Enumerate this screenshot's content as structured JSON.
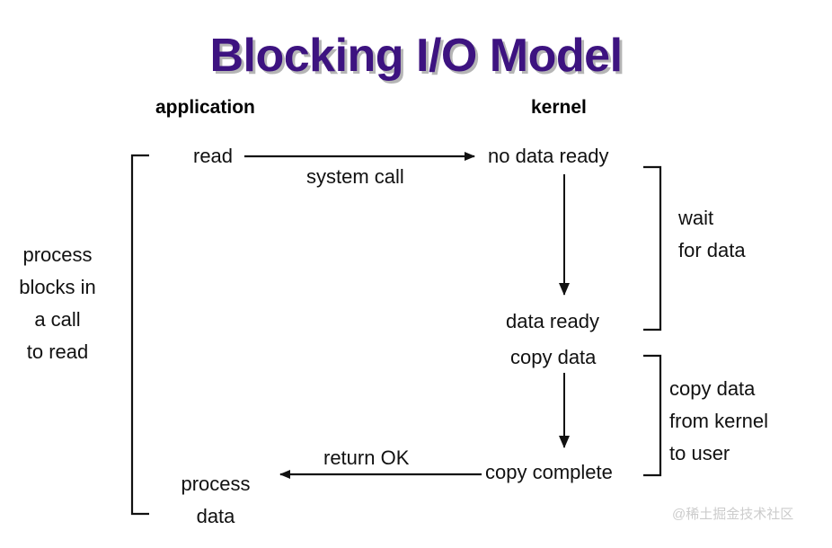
{
  "diagram": {
    "title": "Blocking I/O Model",
    "title_color": "#3d1380",
    "headers": {
      "left": "application",
      "right": "kernel"
    },
    "labels": {
      "read": "read",
      "system_call": "system call",
      "no_data_ready": "no data ready",
      "data_ready": "data ready",
      "copy_data": "copy data",
      "copy_complete": "copy complete",
      "return_ok": "return OK",
      "process_data_line1": "process",
      "process_data_line2": "data"
    },
    "annotations": {
      "wait_line1": "wait",
      "wait_line2": "for data",
      "copy_line1": "copy data",
      "copy_line2": "from kernel",
      "copy_line3": "to user",
      "blocks_line1": "process",
      "blocks_line2": "blocks in",
      "blocks_line3": "a call",
      "blocks_line4": "to read"
    },
    "watermark": "@稀土掘金技术社区",
    "stroke_color": "#111111"
  }
}
